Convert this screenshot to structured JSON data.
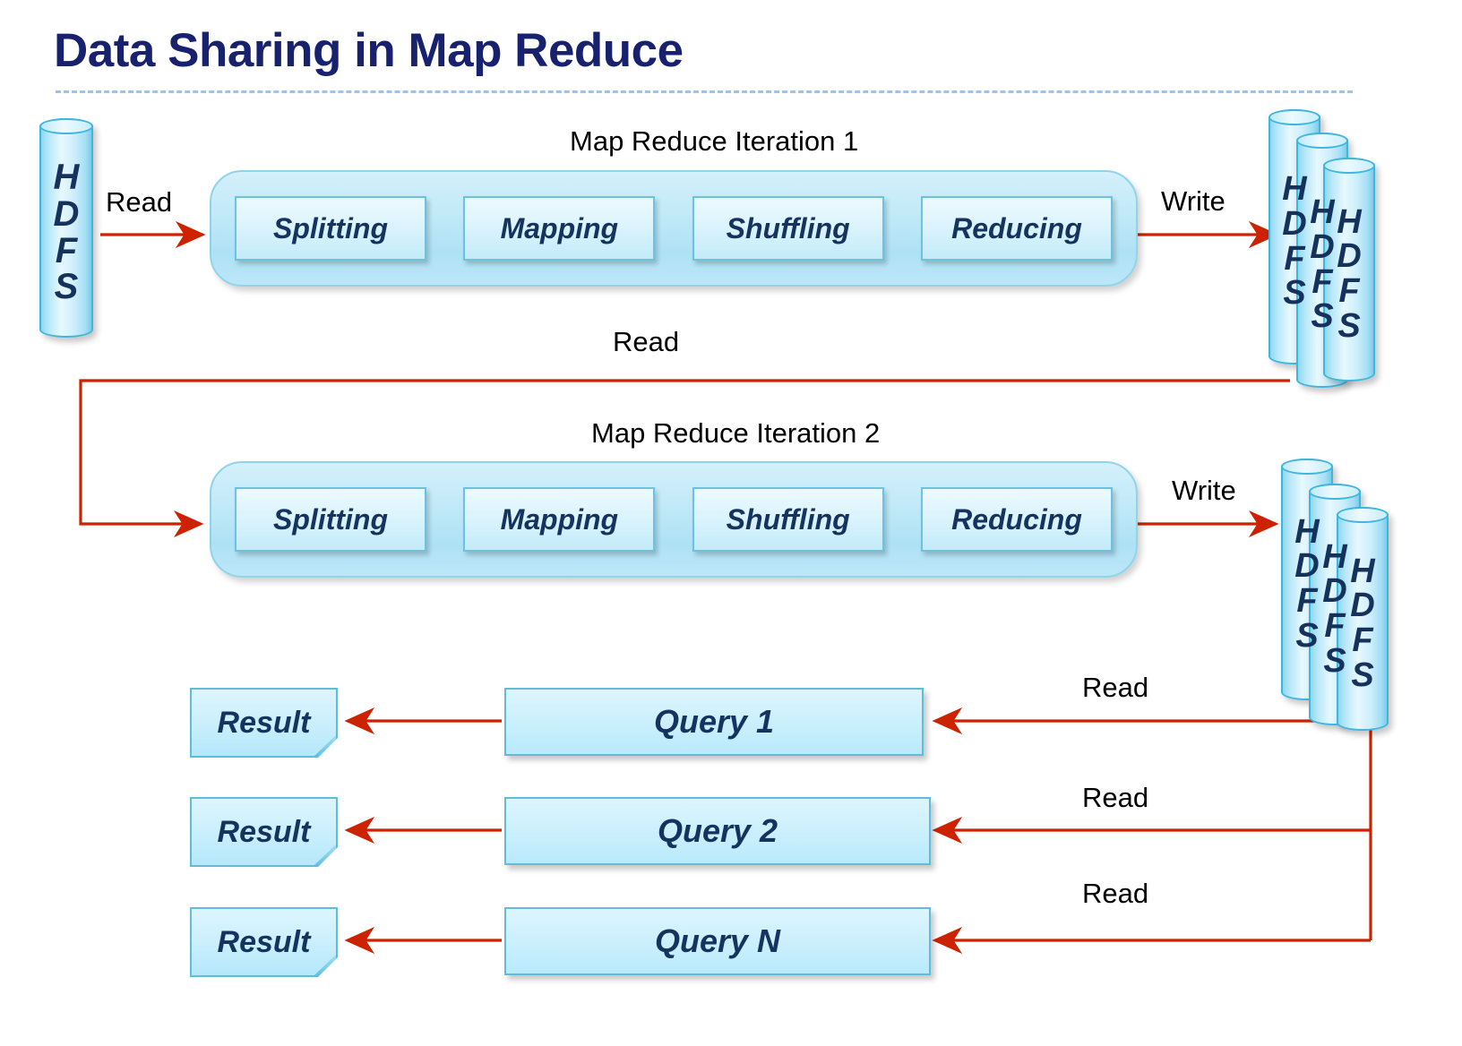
{
  "title": "Data Sharing in Map Reduce",
  "colors": {
    "title": "#17216e",
    "arrow": "#cc2200",
    "box_border": "#61bcd8",
    "cylinder_border": "#3fb6dd",
    "text_dark": "#14335e"
  },
  "source_store": {
    "name": "HDFS",
    "letters": [
      "H",
      "D",
      "F",
      "S"
    ]
  },
  "iterations": [
    {
      "title": "Map Reduce Iteration 1",
      "stages": [
        "Splitting",
        "Mapping",
        "Shuffling",
        "Reducing"
      ],
      "in_label": "Read",
      "out_label": "Write"
    },
    {
      "title": "Map Reduce Iteration 2",
      "stages": [
        "Splitting",
        "Mapping",
        "Shuffling",
        "Reducing"
      ],
      "in_label": "Read",
      "out_label": "Write"
    }
  ],
  "intermediate_label": "Read",
  "output_store_1": {
    "name": "HDFS",
    "letters": [
      "H",
      "D",
      "F",
      "S"
    ],
    "copies": 3
  },
  "output_store_2": {
    "name": "HDFS",
    "letters": [
      "H",
      "D",
      "F",
      "S"
    ],
    "copies": 3
  },
  "queries": [
    {
      "label": "Query 1",
      "result": "Result",
      "read_label": "Read"
    },
    {
      "label": "Query 2",
      "result": "Result",
      "read_label": "Read"
    },
    {
      "label": "Query N",
      "result": "Result",
      "read_label": "Read"
    }
  ]
}
